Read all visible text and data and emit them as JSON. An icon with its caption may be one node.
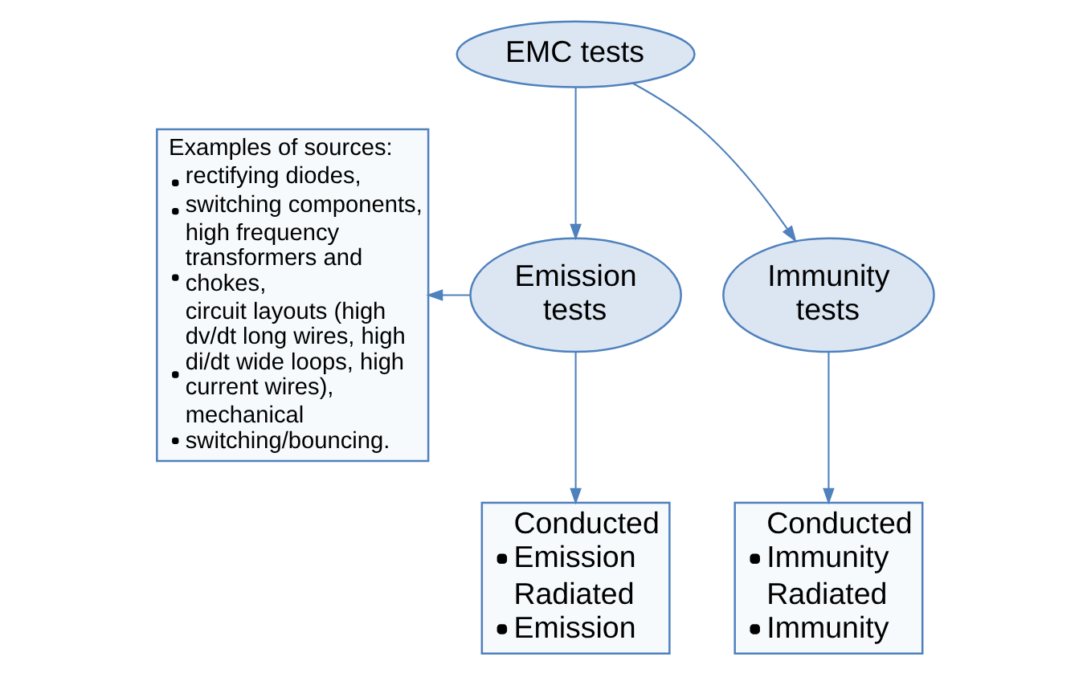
{
  "diagram": {
    "nodes": [
      {
        "text": [
          "Examples of sources:",
          "rectifying diodes,",
          "switching components,",
          "high frequency transformers and chokes,",
          "circuit layouts (high dv/dt long wires, high di/dt wide loops, high current wires),",
          "mechanical switching/bouncing."
        ]
      },
      {
        "text": [
          "EMC tests"
        ]
      },
      {
        "text": [
          "Emission tests"
        ]
      },
      {
        "text": [
          "Immunity tests"
        ]
      },
      {
        "text": [
          "Conducted Emission",
          "Radiated Emission"
        ]
      },
      {
        "text": [
          "Conducted Immunity",
          "Radiated Immunity"
        ]
      }
    ],
    "edges": [
      {
        "from": 1,
        "to": 2,
        "arrow": "to"
      },
      {
        "from": 1,
        "to": 3,
        "arrow": "to"
      },
      {
        "from": 2,
        "to": 0,
        "arrow": "to"
      },
      {
        "from": 2,
        "to": 4,
        "arrow": "to"
      },
      {
        "from": 3,
        "to": 5,
        "arrow": "to"
      }
    ]
  }
}
